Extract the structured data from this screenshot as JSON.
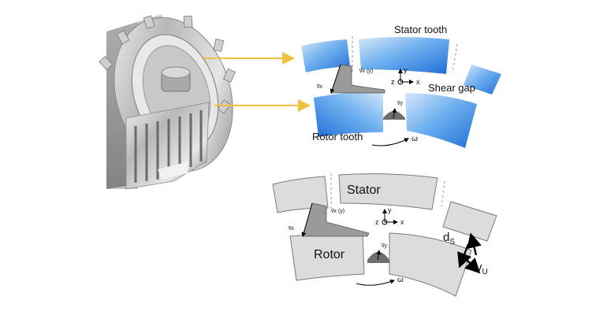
{
  "top_diagram": {
    "stator_label": "Stator tooth",
    "shear_gap_label": "Shear gap",
    "rotor_label": "Rotor tooth",
    "velocity_profile_label": "v̅x (y)",
    "velocity_x_label": "v̅x",
    "velocity_y_label": "v̅y",
    "axis_y": "y",
    "axis_z": "z",
    "axis_x": "x",
    "omega": "ω",
    "fill_color_light": "#cfe1f7",
    "fill_color_dark": "#2a7fe0"
  },
  "bottom_diagram": {
    "stator_label": "Stator",
    "rotor_label": "Rotor",
    "velocity_profile_label": "v̅x (y)",
    "velocity_x_label": "v̅x",
    "velocity_y_label": "v̅y",
    "axis_y": "y",
    "axis_z": "z",
    "axis_x": "x",
    "omega": "ω",
    "ds_label": "d",
    "ds_sub": "S",
    "vu_label": "v",
    "vu_sub": "U",
    "fill_color": "#dcdcdc"
  },
  "colors": {
    "arrow": "#f0c040",
    "profile_gray": "#9a9a9a"
  },
  "icons": {
    "machine": "rotor-stator-3d-render"
  }
}
